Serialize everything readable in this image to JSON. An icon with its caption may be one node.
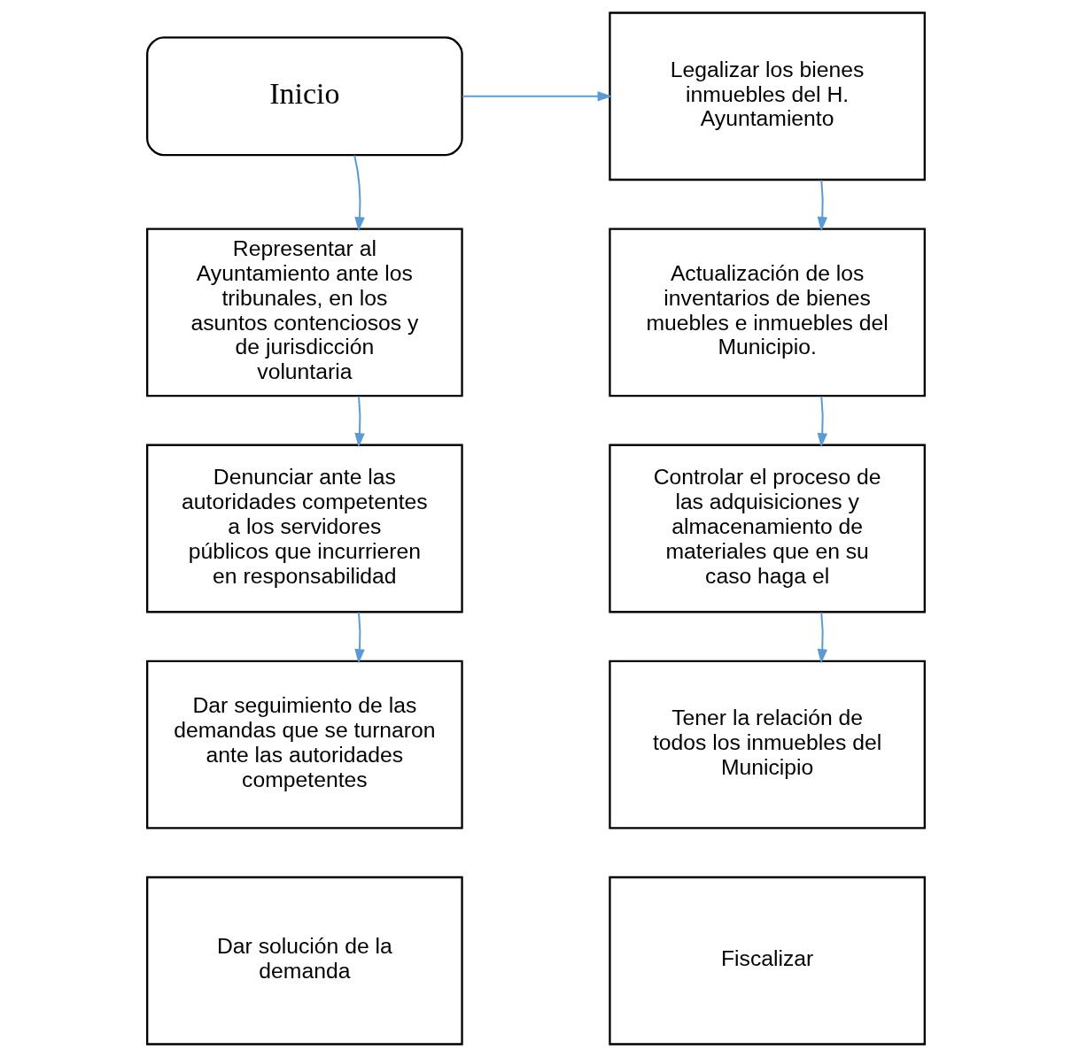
{
  "diagram": {
    "nodes": [
      {
        "text": [
          "Inicio"
        ]
      },
      {
        "text": [
          "Legalizar los bienes inmuebles del H. Ayuntamiento"
        ]
      },
      {
        "text": [
          "Representar al Ayuntamiento ante los tribunales, en los asuntos contenciosos y de jurisdicción voluntaria"
        ]
      },
      {
        "text": [
          "Actualización de los inventarios de bienes muebles e inmuebles del Municipio."
        ]
      },
      {
        "text": [
          "Denunciar ante las autoridades competentes a los servidores públicos que incurrieren en responsabilidad"
        ]
      },
      {
        "text": [
          "Controlar el proceso de las adquisiciones y almacenamiento de materiales que en su caso haga el"
        ]
      },
      {
        "text": [
          "Dar seguimiento de las demandas que se turnaron ante las autoridades competentes"
        ]
      },
      {
        "text": [
          "Tener la relación de todos los inmuebles del Municipio"
        ]
      },
      {
        "text": [
          "Dar solución de la demanda"
        ]
      },
      {
        "text": [
          "Fiscalizar"
        ]
      }
    ],
    "edges": [
      {
        "from": 0,
        "to": 1,
        "arrow": "to"
      },
      {
        "from": 0,
        "to": 2,
        "arrow": "to"
      },
      {
        "from": 2,
        "to": 4,
        "arrow": "to"
      },
      {
        "from": 4,
        "to": 6,
        "arrow": "to"
      },
      {
        "from": 1,
        "to": 3,
        "arrow": "to"
      },
      {
        "from": 3,
        "to": 5,
        "arrow": "to"
      },
      {
        "from": 5,
        "to": 7,
        "arrow": "to"
      }
    ]
  }
}
